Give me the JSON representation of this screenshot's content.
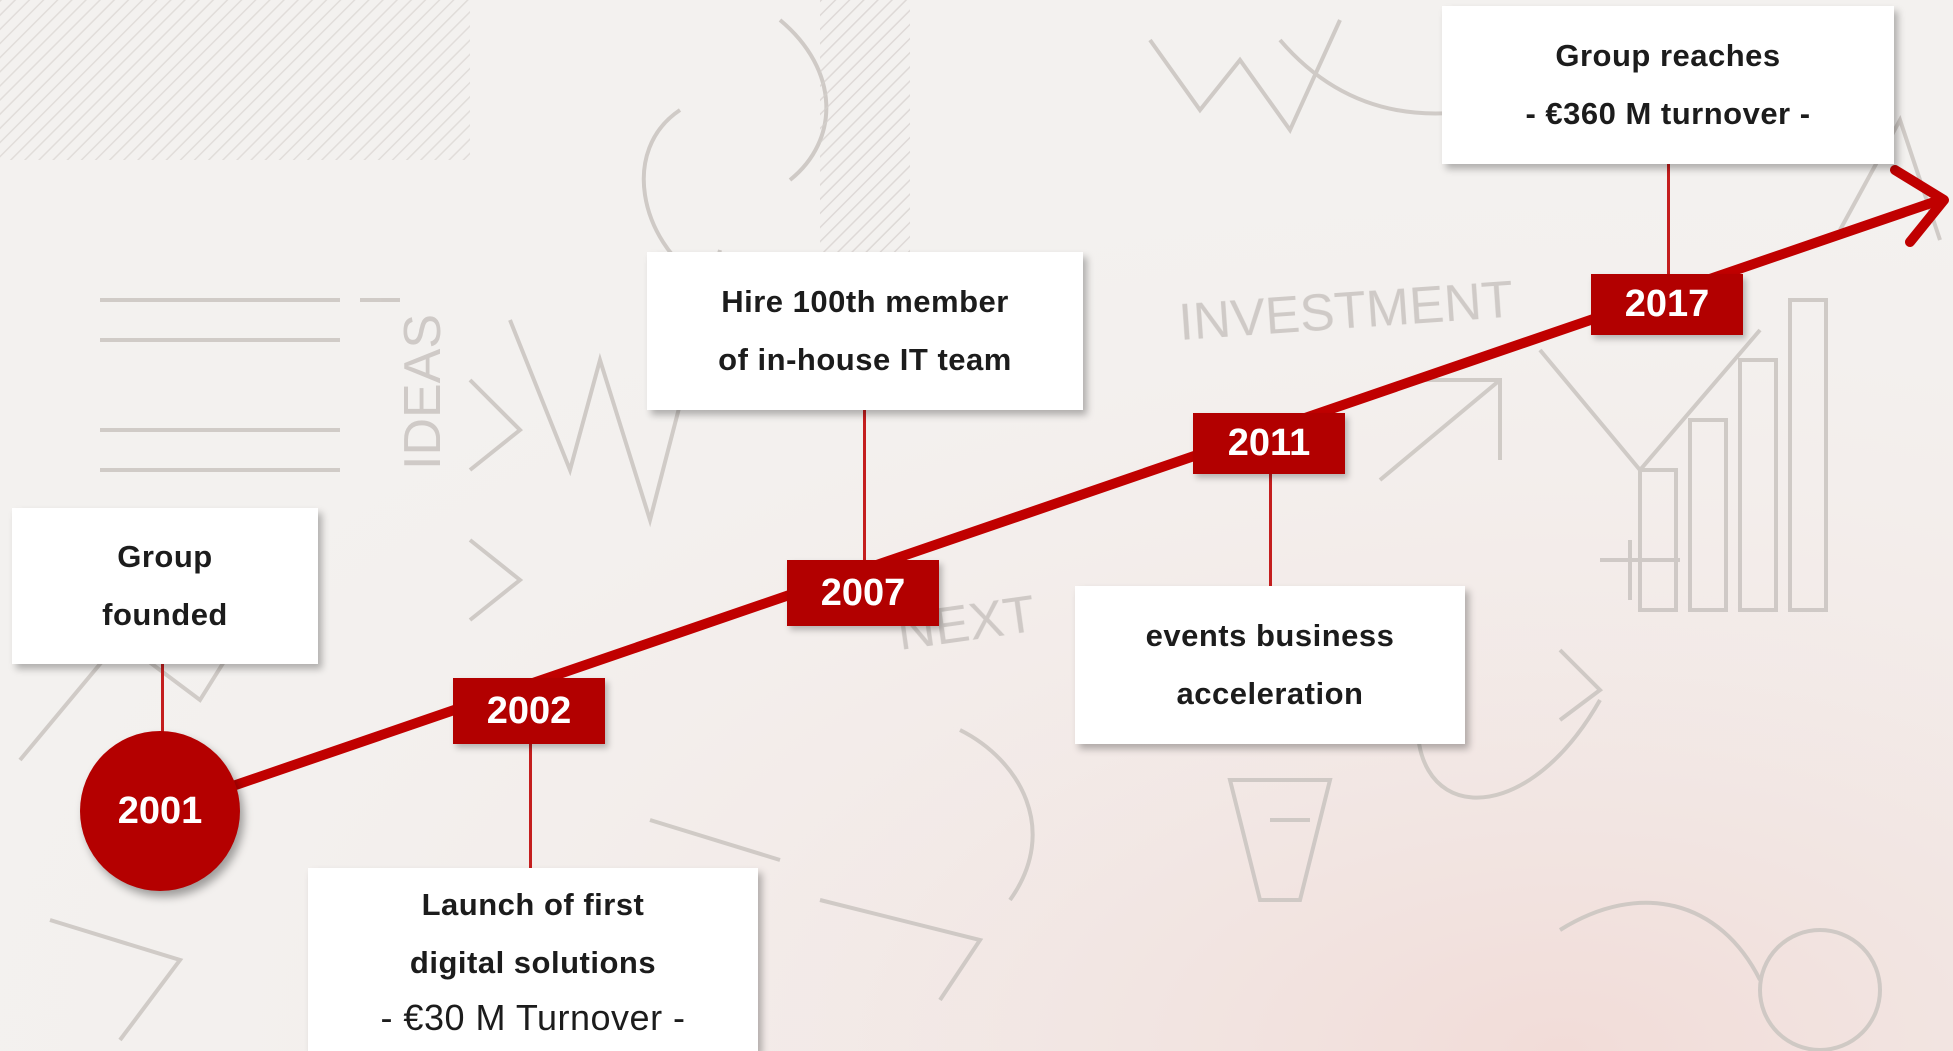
{
  "timeline": {
    "milestones": [
      {
        "year": "2001",
        "lines": [
          "Group",
          "founded"
        ],
        "subline": ""
      },
      {
        "year": "2002",
        "lines": [
          "Launch of first",
          "digital solutions"
        ],
        "subline": "- €30 M Turnover -"
      },
      {
        "year": "2007",
        "lines": [
          "Hire 100th member",
          "of in-house IT team"
        ],
        "subline": ""
      },
      {
        "year": "2011",
        "lines": [
          "events business",
          "acceleration"
        ],
        "subline": ""
      },
      {
        "year": "2017",
        "lines": [
          "Group reaches",
          "- €360 M turnover -"
        ],
        "subline": ""
      }
    ]
  },
  "background_doodles": {
    "words": [
      "IDEAS",
      "INVESTMENT",
      "NEXT"
    ]
  },
  "colors": {
    "accent_red": "#b20000",
    "card_bg": "#ffffff",
    "text_dark": "#1c1c1c",
    "background": "#f3f1ef"
  }
}
